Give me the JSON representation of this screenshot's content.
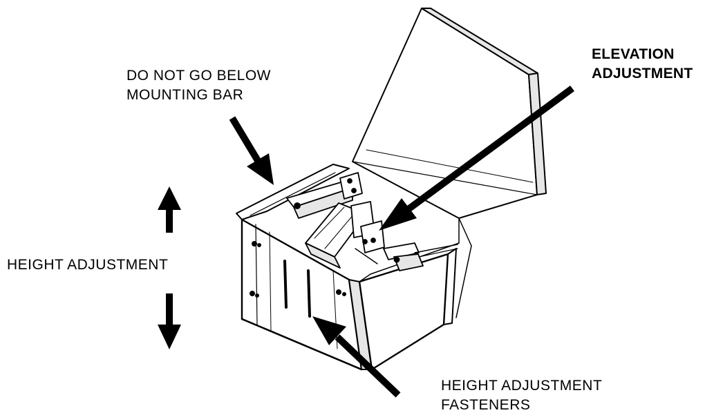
{
  "labels": {
    "mounting": {
      "line1": "DO NOT GO BELOW",
      "line2": "MOUNTING BAR"
    },
    "elevation": {
      "line1": "ELEVATION",
      "line2": "ADJUSTMENT"
    },
    "height": "HEIGHT ADJUSTMENT",
    "fasteners": {
      "line1": "HEIGHT ADJUSTMENT",
      "line2": "FASTENERS"
    }
  },
  "colors": {
    "ink": "#000000",
    "paper": "#ffffff",
    "shade": "#e6e6e6"
  }
}
